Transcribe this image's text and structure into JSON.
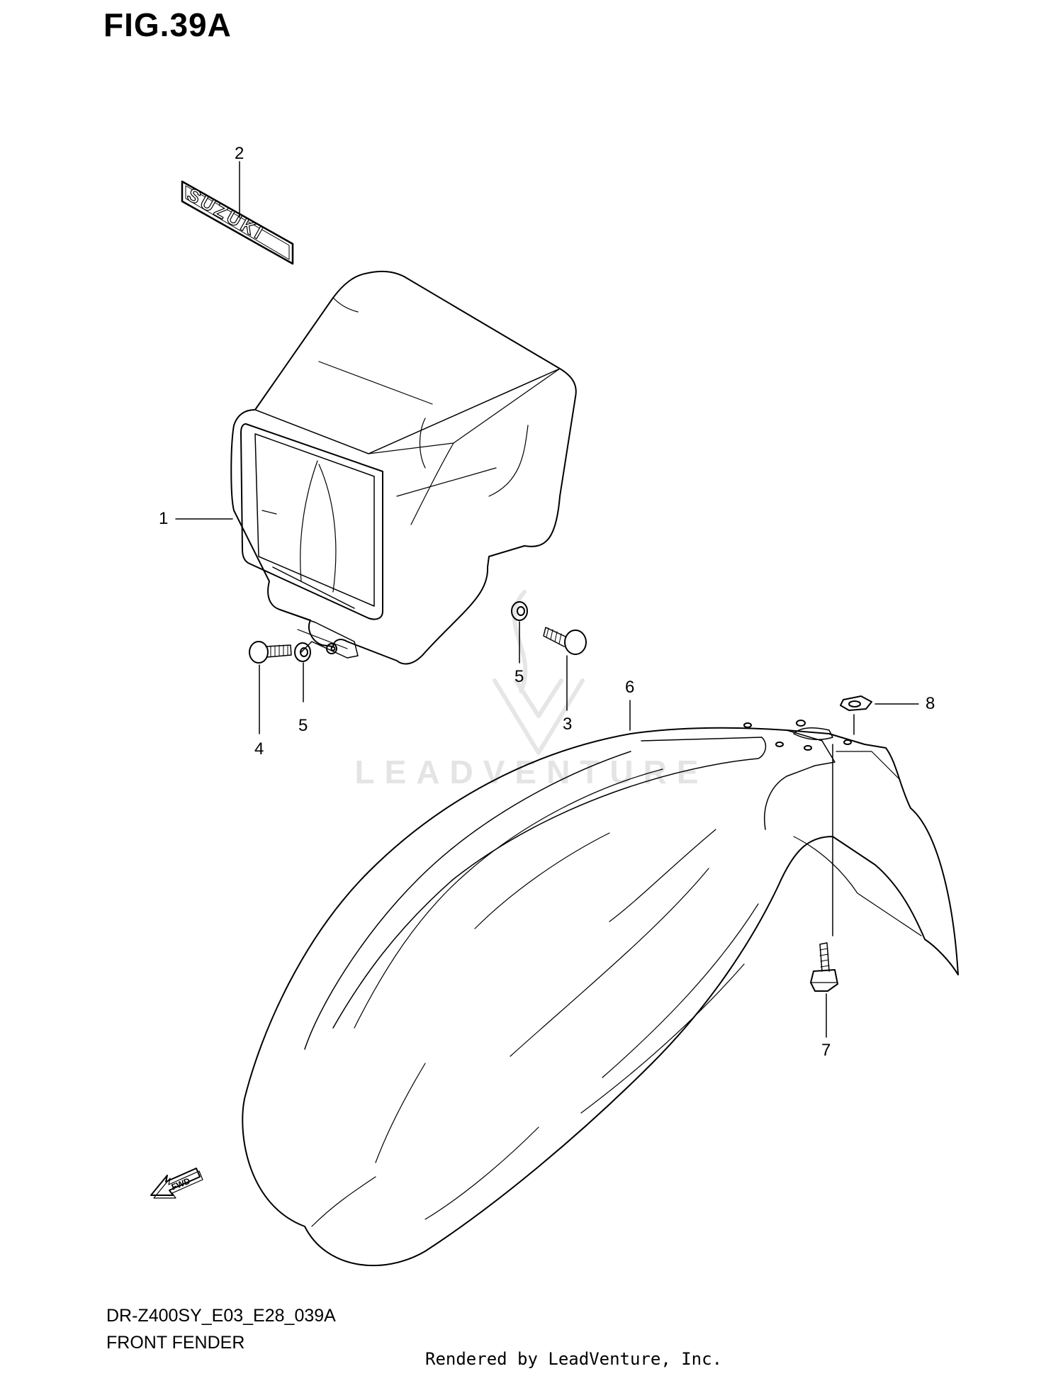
{
  "figure": {
    "title": "FIG.39A"
  },
  "callouts": [
    {
      "id": "1",
      "label": "1"
    },
    {
      "id": "2",
      "label": "2"
    },
    {
      "id": "3",
      "label": "3"
    },
    {
      "id": "4",
      "label": "4"
    },
    {
      "id": "5a",
      "label": "5"
    },
    {
      "id": "5b",
      "label": "5"
    },
    {
      "id": "6",
      "label": "6"
    },
    {
      "id": "7",
      "label": "7"
    },
    {
      "id": "8",
      "label": "8"
    }
  ],
  "emblem_text": "SUZUKI",
  "fwd_marker": "FWD",
  "watermark": "LEADVENTURE",
  "footer": {
    "model_code": "DR-Z400SY_E03_E28_039A",
    "section_name": "FRONT FENDER",
    "rendered_by": "Rendered by LeadVenture, Inc."
  }
}
